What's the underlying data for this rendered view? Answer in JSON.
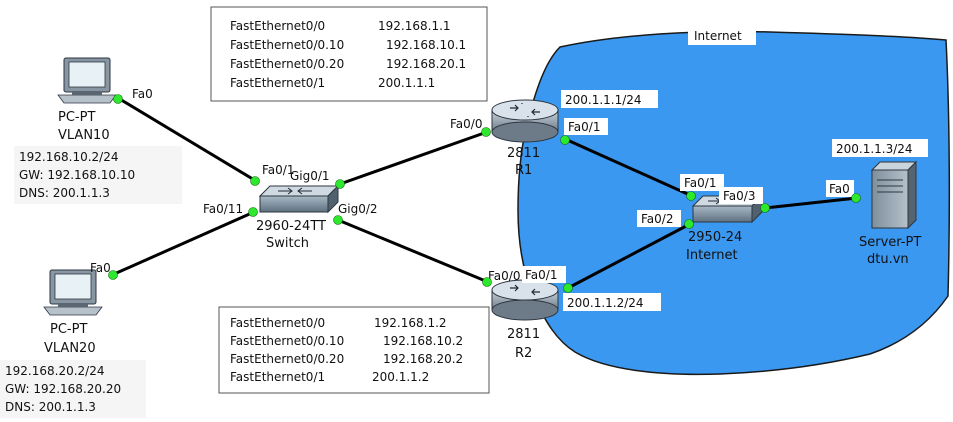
{
  "colors": {
    "cloud": "#3a98f0",
    "cloud_stroke": "#1a1a1a",
    "link": "#000000",
    "port_dot": "#2ee82e",
    "box_stroke": "#555555"
  },
  "cloud": {
    "label": "Internet",
    "icon": "cloud-shape"
  },
  "config_r1": {
    "rows": [
      {
        "iface": "FastEthernet0/0",
        "ip": "192.168.1.1"
      },
      {
        "iface": "FastEthernet0/0.10",
        "ip": "192.168.10.1"
      },
      {
        "iface": "FastEthernet0/0.20",
        "ip": "192.168.20.1"
      },
      {
        "iface": "FastEthernet0/1",
        "ip": "200.1.1.1"
      }
    ]
  },
  "config_r2": {
    "rows": [
      {
        "iface": "FastEthernet0/0",
        "ip": "192.168.1.2"
      },
      {
        "iface": "FastEthernet0/0.10",
        "ip": "192.168.10.2"
      },
      {
        "iface": "FastEthernet0/0.20",
        "ip": "192.168.20.2"
      },
      {
        "iface": "FastEthernet0/1",
        "ip": "200.1.1.2"
      }
    ]
  },
  "pc1": {
    "icon": "pc-icon",
    "model": "PC-PT",
    "name": "VLAN10",
    "port": "Fa0",
    "info": [
      "192.168.10.2/24",
      "GW: 192.168.10.10",
      "DNS: 200.1.1.3"
    ]
  },
  "pc2": {
    "icon": "pc-icon",
    "model": "PC-PT",
    "name": "VLAN20",
    "port": "Fa0",
    "info": [
      "192.168.20.2/24",
      "GW: 192.168.20.20",
      "DNS: 200.1.1.3"
    ]
  },
  "switch1": {
    "icon": "switch-icon",
    "model": "2960-24TT",
    "name": "Switch",
    "ports": {
      "to_pc1": "Fa0/1",
      "to_pc2": "Fa0/11",
      "to_r1": "Gig0/1",
      "to_r2": "Gig0/2"
    }
  },
  "r1": {
    "icon": "router-icon",
    "model": "2811",
    "name": "R1",
    "ports": {
      "lan": "Fa0/0",
      "wan": "Fa0/1"
    },
    "wan_ip": "200.1.1.1/24"
  },
  "r2": {
    "icon": "router-icon",
    "model": "2811",
    "name": "R2",
    "ports": {
      "lan": "Fa0/0",
      "wan": "Fa0/1"
    },
    "wan_ip": "200.1.1.2/24"
  },
  "switch2": {
    "icon": "switch-icon",
    "model": "2950-24",
    "name": "Internet",
    "ports": {
      "to_r1": "Fa0/1",
      "to_r2": "Fa0/2",
      "to_server": "Fa0/3"
    }
  },
  "server": {
    "icon": "server-icon",
    "model": "Server-PT",
    "name": "dtu.vn",
    "port": "Fa0",
    "ip": "200.1.1.3/24"
  }
}
